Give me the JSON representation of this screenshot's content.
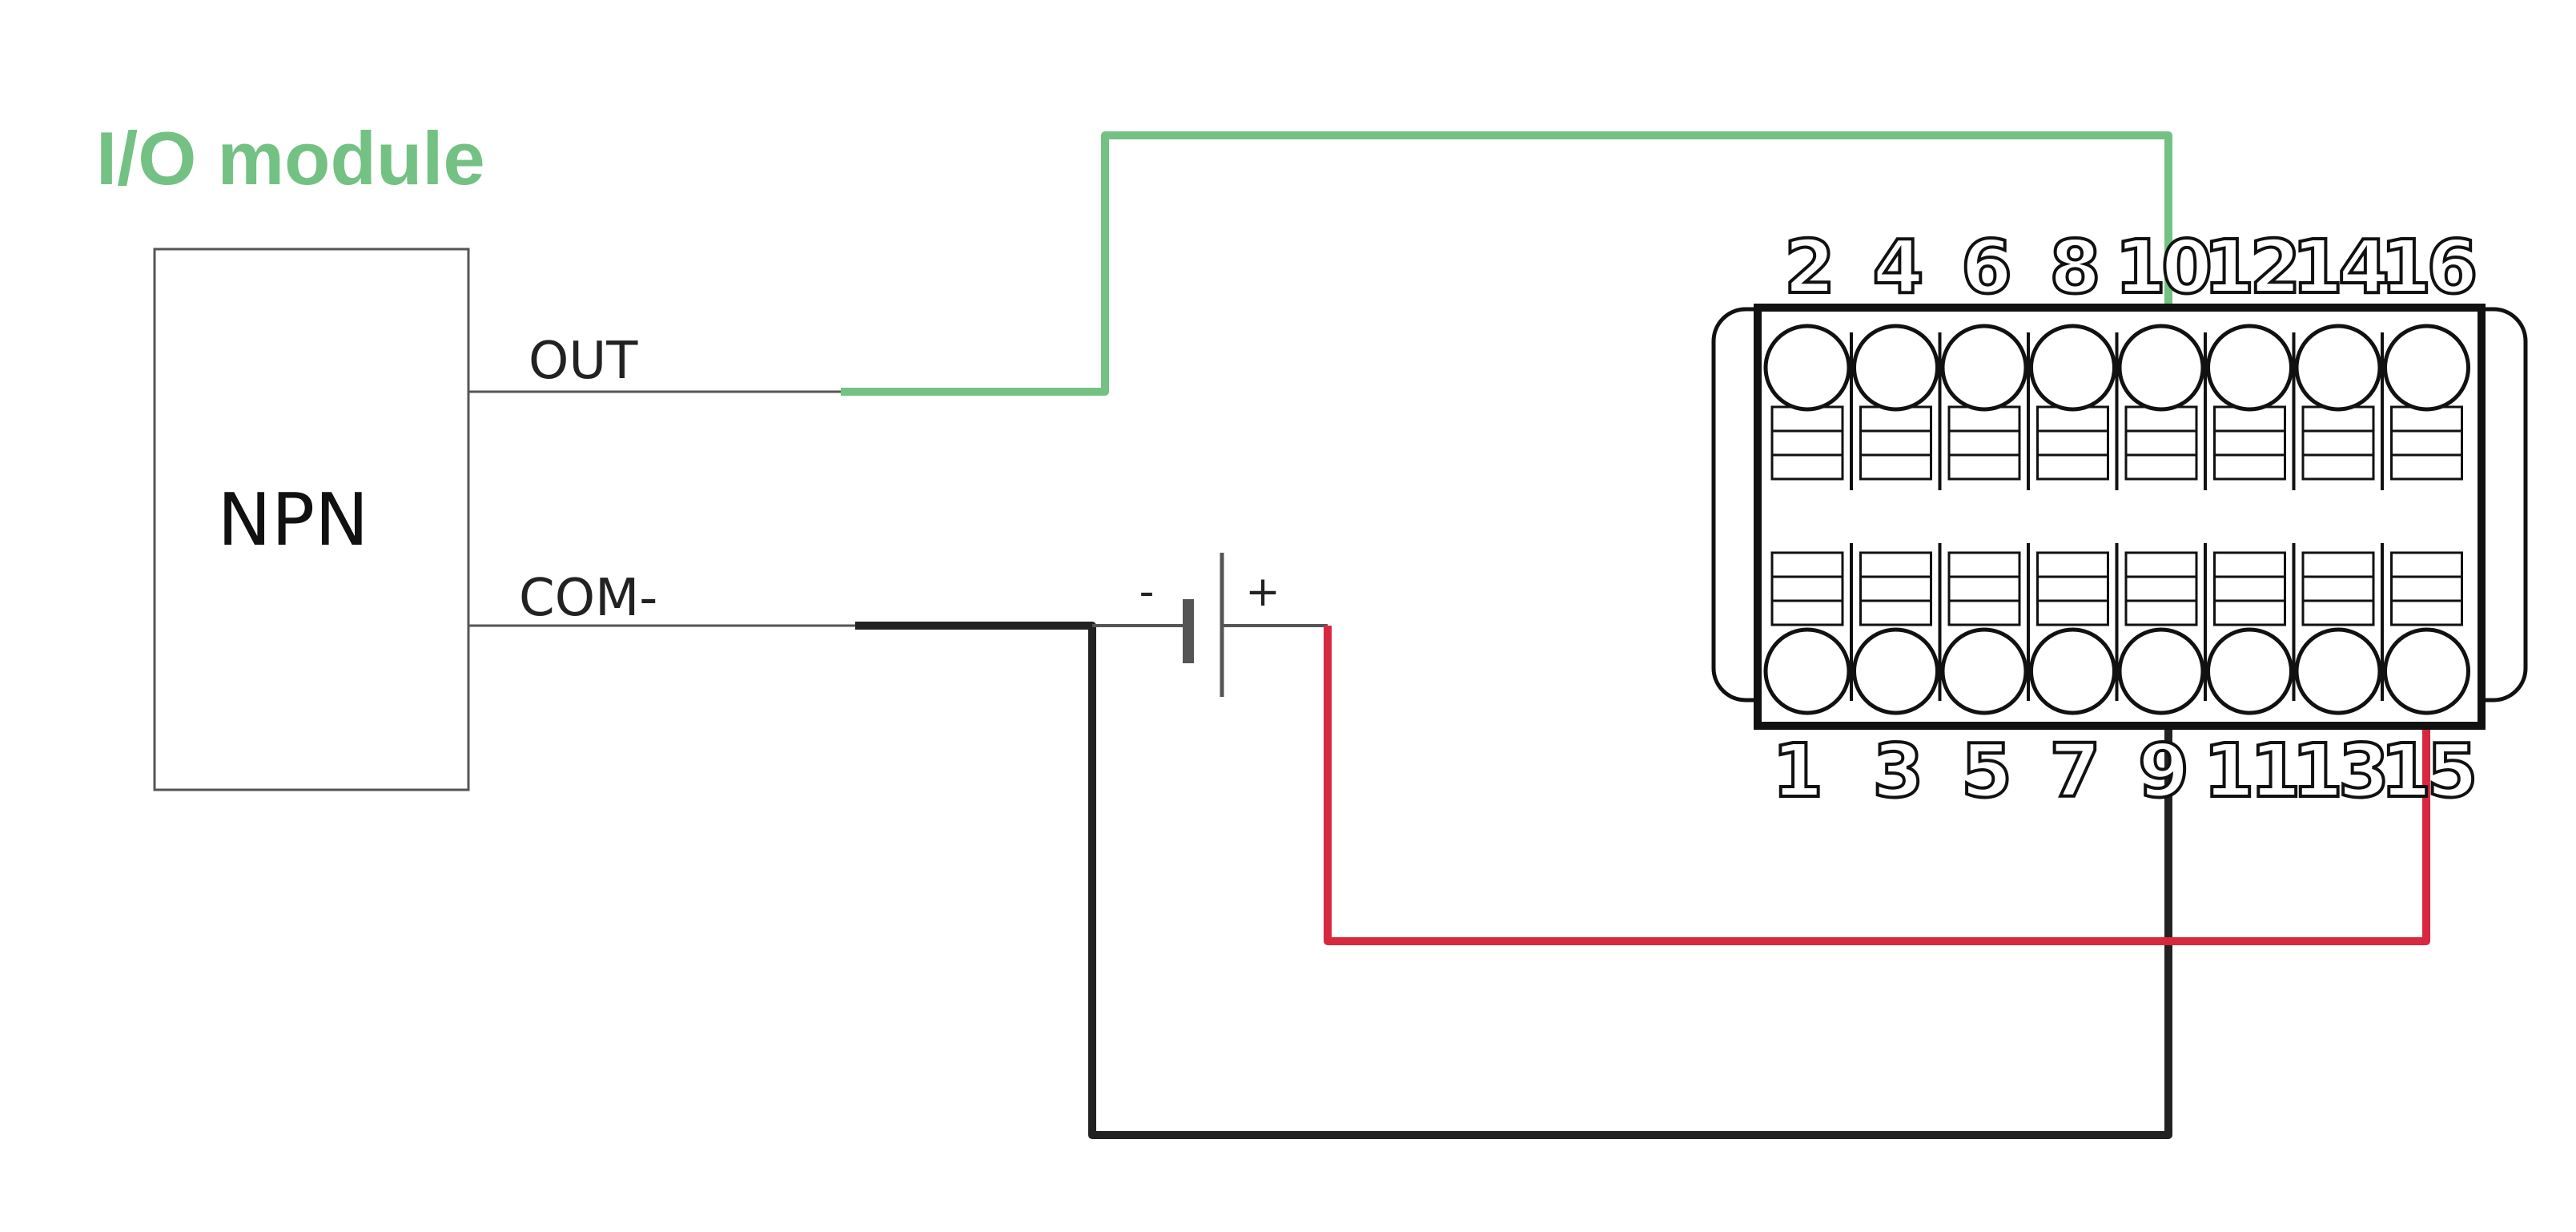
{
  "title": "I/O module",
  "sensor": {
    "label": "NPN",
    "out_label": "OUT",
    "com_label": "COM-"
  },
  "battery": {
    "minus_label": "-",
    "plus_label": "+"
  },
  "terminal_block": {
    "top_numbers": [
      "2",
      "4",
      "6",
      "8",
      "10",
      "12",
      "14",
      "16"
    ],
    "bottom_numbers": [
      "1",
      "3",
      "5",
      "7",
      "9",
      "11",
      "13",
      "15"
    ]
  },
  "colors": {
    "title": "#74c184",
    "wire_green": "#74c184",
    "wire_red": "#d8283f",
    "wire_black": "#222222",
    "outline": "#555555"
  }
}
